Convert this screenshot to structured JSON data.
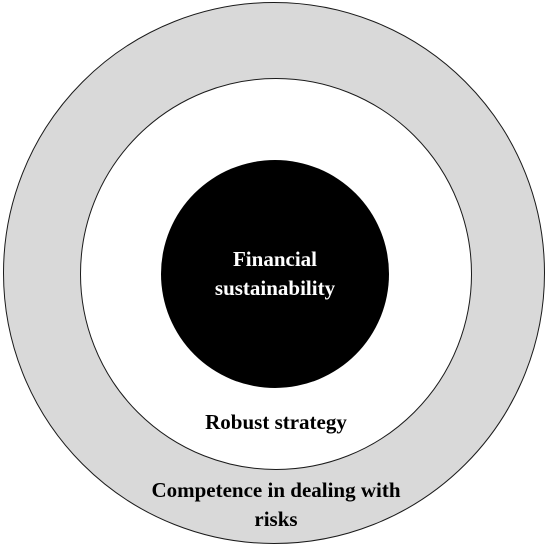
{
  "diagram": {
    "type": "concentric-circles",
    "layers": {
      "inner": {
        "line1": "Financial",
        "line2": "sustainability"
      },
      "middle": {
        "label": "Robust strategy"
      },
      "outer": {
        "line1": "Competence in dealing with",
        "line2": "risks"
      }
    },
    "colors": {
      "outer_fill": "#d9d9d9",
      "middle_fill": "#ffffff",
      "inner_fill": "#000000",
      "outline": "#1a1a1a"
    }
  }
}
